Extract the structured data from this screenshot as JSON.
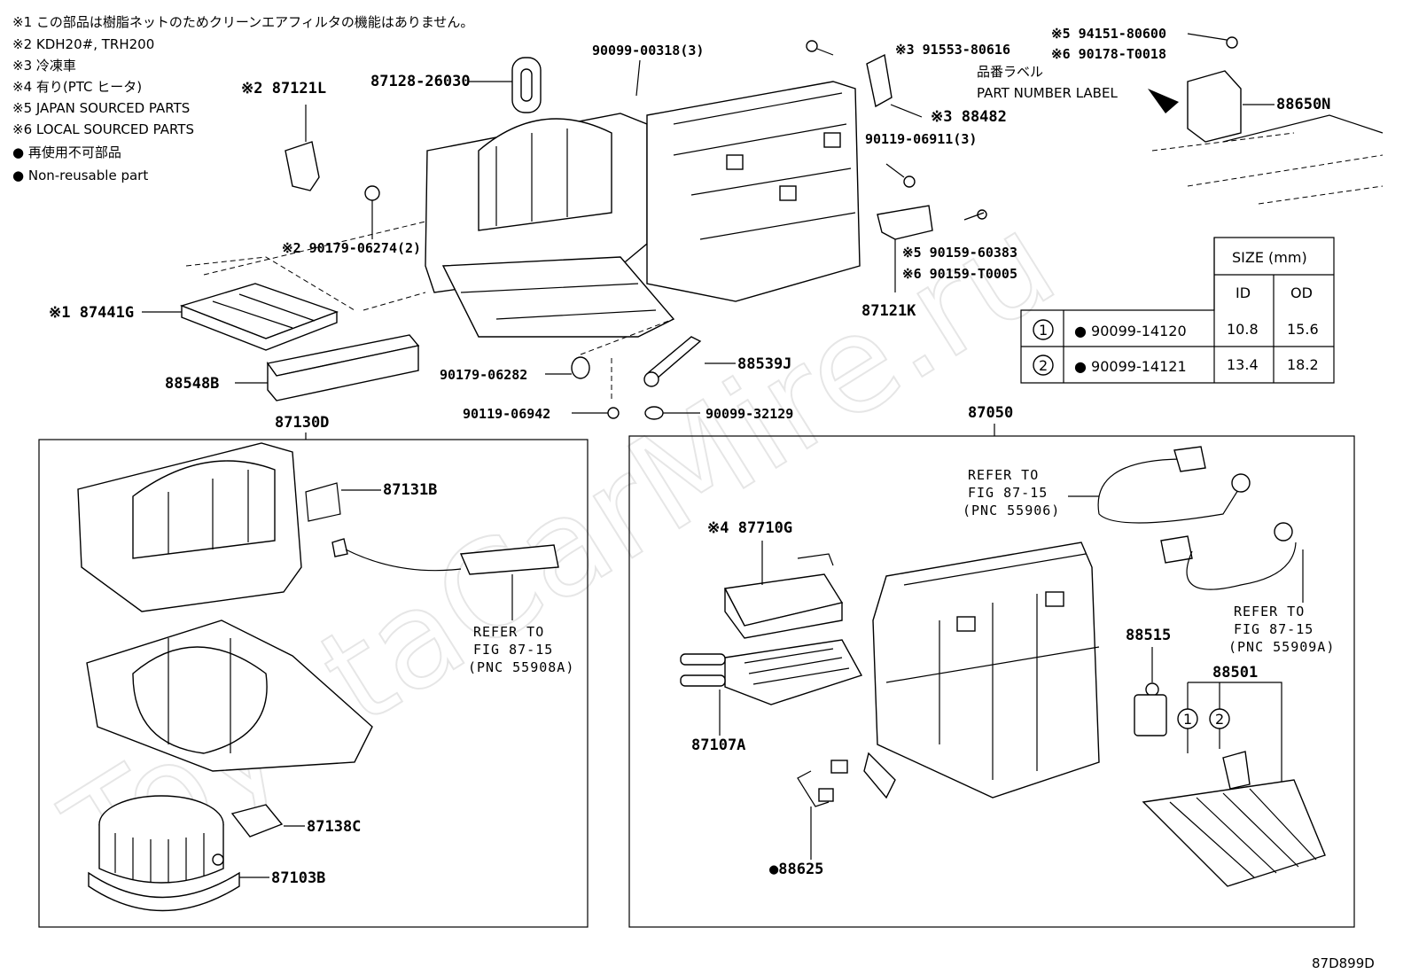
{
  "notes": [
    "※1 この部品は樹脂ネットのためクリーンエアフィルタの機能はありません。",
    "※2 KDH20#, TRH200",
    "※3 冷凍車",
    "※4 有り(PTC ヒータ)",
    "※5 JAPAN SOURCED PARTS",
    "※6 LOCAL SOURCED PARTS",
    "● 再使用不可部品",
    "● Non-reusable part"
  ],
  "watermark": "ToyotaCarMire.ru",
  "diagram_code": "87D899D",
  "label_jp": "品番ラベル",
  "label_en": "PART NUMBER LABEL",
  "parts": {
    "p87121L": "※2 87121L",
    "p90179_06274": "※2 90179-06274(2)",
    "p87128": "87128-26030",
    "p90099_00318": "90099-00318(3)",
    "p91553": "※3 91553-80616",
    "p88482": "※3 88482",
    "p90119_06911": "90119-06911(3)",
    "p94151": "※5 94151-80600",
    "p90178": "※6 90178-T0018",
    "p88650N": "88650N",
    "p87441G": "※1 87441G",
    "p88548B": "88548B",
    "p90159_60383": "※5 90159-60383",
    "p90159_T0005": "※6 90159-T0005",
    "p87121K": "87121K",
    "p90179_06282": "90179-06282",
    "p88539J": "88539J",
    "p90119_06942": "90119-06942",
    "p90099_32129": "90099-32129",
    "p87130D": "87130D",
    "p87050": "87050",
    "p87131B": "87131B",
    "p87138C": "87138C",
    "p87103B": "87103B",
    "p87710G": "※4 87710G",
    "p87107A": "87107A",
    "p88625": "●88625",
    "p88515": "88515",
    "p88501": "88501"
  },
  "refs": {
    "left": [
      "REFER TO",
      "FIG 87-15",
      "(PNC 55908A)"
    ],
    "top": [
      "REFER TO",
      "FIG 87-15",
      "(PNC 55906)"
    ],
    "right": [
      "REFER TO",
      "FIG 87-15",
      "(PNC 55909A)"
    ]
  },
  "size_table": {
    "title": "SIZE (mm)",
    "col_id": "ID",
    "col_od": "OD",
    "rows": [
      {
        "mark": "1",
        "part": "● 90099-14120",
        "id": "10.8",
        "od": "15.6"
      },
      {
        "mark": "2",
        "part": "● 90099-14121",
        "id": "13.4",
        "od": "18.2"
      }
    ]
  },
  "circle_marks": [
    "1",
    "2"
  ]
}
